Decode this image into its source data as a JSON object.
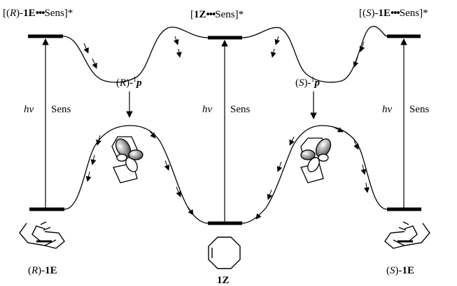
{
  "states": {
    "r_excited": {
      "open": "[(",
      "stereo": "R",
      "mid": ")-",
      "compound": "1E",
      "dots": "•••",
      "tail": "Sens]*"
    },
    "z_excited": {
      "open": "[",
      "compound": "1Z",
      "dots": "•••",
      "tail": "Sens]*"
    },
    "s_excited": {
      "open": "[(",
      "stereo": "S",
      "mid": ")-",
      "compound": "1E",
      "dots": "•••",
      "tail": "Sens]*"
    },
    "r_perp": {
      "open": "(",
      "stereo": "R",
      "mid": ")-",
      "sup": "1",
      "p": "p"
    },
    "s_perp": {
      "open": "(",
      "stereo": "S",
      "mid": ")-",
      "sup": "1",
      "p": "p"
    },
    "r_ground": {
      "open": "(",
      "stereo": "R",
      "mid": ")-",
      "compound": "1E"
    },
    "z_ground": {
      "compound": "1Z"
    },
    "s_ground": {
      "open": "(",
      "stereo": "S",
      "mid": ")-",
      "compound": "1E"
    }
  },
  "excitations": [
    {
      "hv": "hν",
      "sens": "Sens"
    },
    {
      "hv": "hν",
      "sens": "Sens"
    },
    {
      "hv": "hν",
      "sens": "Sens"
    }
  ],
  "colors": {
    "line": "#000000",
    "orbital_dark": "#555555",
    "orbital_light": "#cccccc"
  }
}
